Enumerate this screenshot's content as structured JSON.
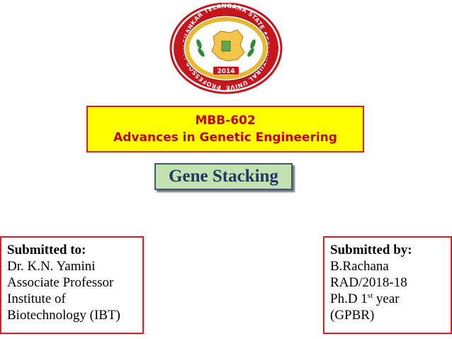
{
  "logo": {
    "ring_text": "PROFESSOR JAYASHANKAR TELANGANA STATE AGRICULTURAL UNIVERSITY",
    "year": "2014",
    "colors": {
      "ring": "#c8141c",
      "gold": "#e8b830",
      "green": "#2e8b3a"
    }
  },
  "course": {
    "code": "MBB-602",
    "name": "Advances in Genetic Engineering"
  },
  "topic": "Gene Stacking",
  "submitted_to": {
    "heading": "Submitted to:",
    "name": "Dr. K.N. Yamini",
    "designation": "Associate Professor",
    "institute_line1": "Institute of",
    "institute_line2": "Biotechnology (IBT)"
  },
  "submitted_by": {
    "heading": "Submitted by:",
    "name": "B.Rachana",
    "id": "RAD/2018-18",
    "degree_prefix": "Ph.D 1",
    "degree_sup": "st",
    "degree_suffix": " year",
    "dept": "(GPBR)"
  },
  "colors": {
    "title_bg": "#ffff00",
    "title_text": "#c00000",
    "box_border": "#e31b23",
    "topic_bg": "#c4e1b2",
    "topic_text": "#1f3864"
  }
}
